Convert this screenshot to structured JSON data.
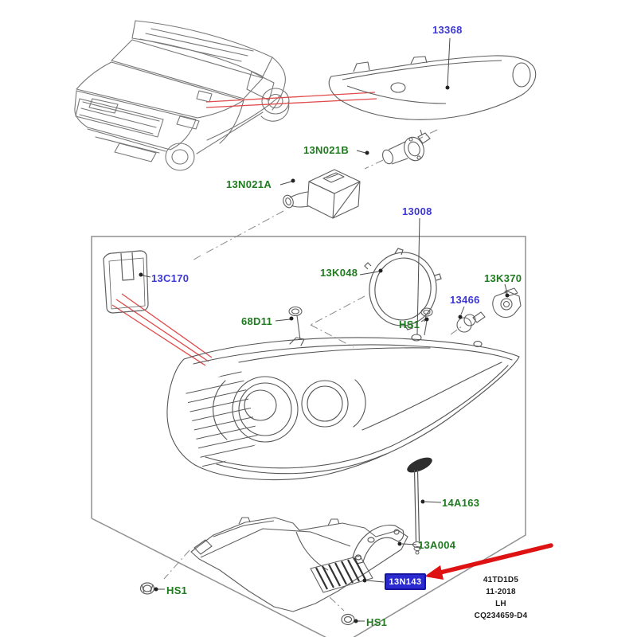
{
  "parts": {
    "labels": [
      {
        "text": "13368",
        "color": "blue"
      },
      {
        "text": "13N021B",
        "color": "green"
      },
      {
        "text": "13N021A",
        "color": "green"
      },
      {
        "text": "13008",
        "color": "blue"
      },
      {
        "text": "13C170",
        "color": "blue"
      },
      {
        "text": "13K048",
        "color": "green"
      },
      {
        "text": "13K370",
        "color": "green"
      },
      {
        "text": "13466",
        "color": "blue"
      },
      {
        "text": "HS1",
        "color": "green"
      },
      {
        "text": "68D11",
        "color": "green"
      },
      {
        "text": "14A163",
        "color": "green"
      },
      {
        "text": "13A004",
        "color": "green"
      },
      {
        "text": "HS1",
        "color": "green"
      },
      {
        "text": "HS1",
        "color": "green"
      }
    ],
    "highlighted": {
      "text": "13N143",
      "bg": "#2a2ad0",
      "text_color": "#ffffff"
    }
  },
  "footer": {
    "line1": "41TD1D5",
    "line2": "11-2018",
    "line3": "LH",
    "line4": "CQ234659-D4"
  },
  "colors": {
    "label_blue": "#3c38d2",
    "label_green": "#1e7b1e",
    "highlight_blue": "#2a2ad0",
    "arrow_red": "#de1212",
    "leader_red": "#e14b4b",
    "drawing_gray": "#5f5f5f",
    "border_gray": "#909090"
  }
}
